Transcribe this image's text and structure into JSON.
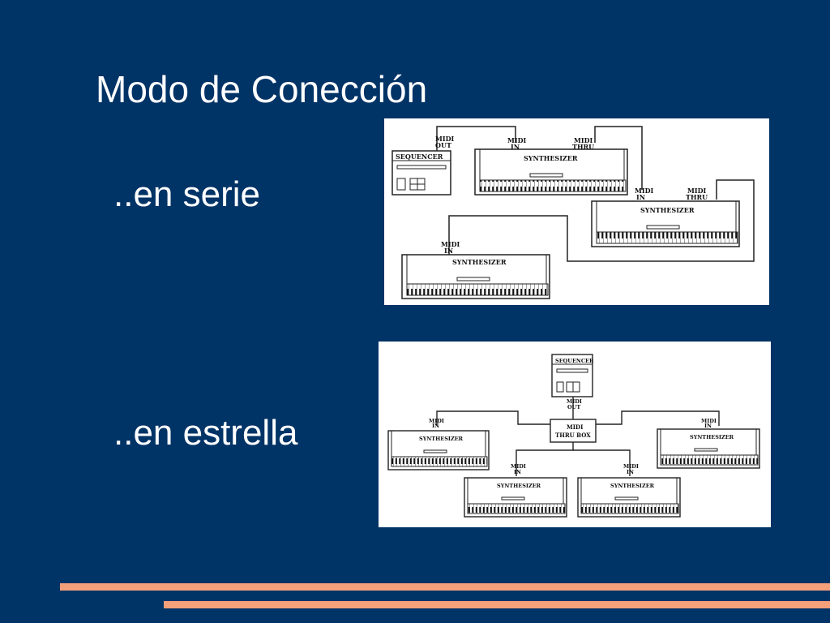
{
  "slide": {
    "title": "Modo de Conección",
    "bullet_serie": "..en serie",
    "bullet_estrella": "..en estrella",
    "colors": {
      "background": "#003366",
      "text": "#ffffff",
      "accent_bars": "#f4a07a"
    }
  },
  "serie": {
    "sequencer": "SEQUENCER",
    "synth": "SYNTHESIZER",
    "midi_out": "MIDI",
    "midi_out2": "OUT",
    "midi_in": "MIDI",
    "midi_in2": "IN",
    "midi_thru": "MIDI",
    "midi_thru2": "THRU"
  },
  "estrella": {
    "sequencer": "SEQUENCER",
    "midi_out": "MIDI",
    "midi_out2": "OUT",
    "thru_box1": "MIDI",
    "thru_box2": "THRU BOX",
    "synth": "SYNTHESIZER",
    "midi_in": "MIDI",
    "midi_in2": "IN"
  }
}
